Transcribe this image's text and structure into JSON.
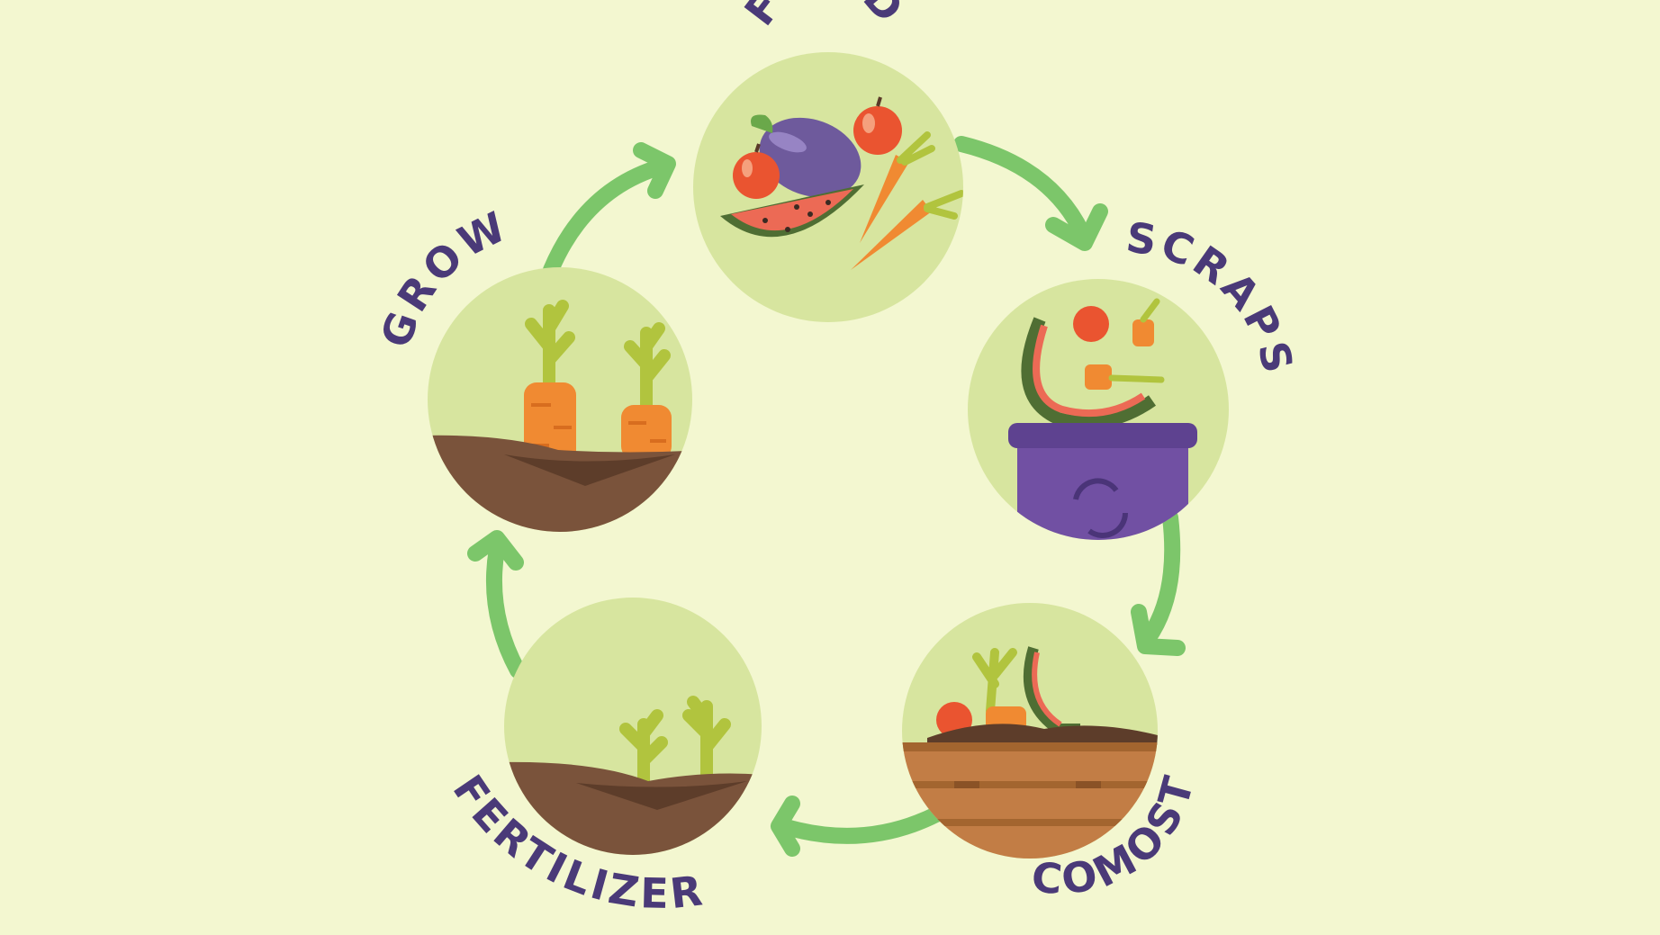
{
  "colors": {
    "background": "#f3f7d0",
    "circle_fill": "#d7e59f",
    "arrow": "#7cc66a",
    "label": "#4a3a78",
    "soil": "#7a533b",
    "soil_dark": "#5d3d2a",
    "carrot": "#f08a32",
    "leaf": "#b1c43e",
    "bin": "#7150a3",
    "crate": "#c27d45"
  },
  "cycle": {
    "stages": [
      {
        "id": "food",
        "label": "FOOD",
        "icon": "fruits-vegetables-icon"
      },
      {
        "id": "scraps",
        "label": "SCRAPS",
        "icon": "compost-bin-scraps-icon"
      },
      {
        "id": "compost",
        "label": "COMOST",
        "icon": "compost-crate-icon"
      },
      {
        "id": "fertilizer",
        "label": "FERTILIZER",
        "icon": "sprouting-plants-icon"
      },
      {
        "id": "grow",
        "label": "GROW",
        "icon": "growing-carrots-icon"
      }
    ]
  }
}
